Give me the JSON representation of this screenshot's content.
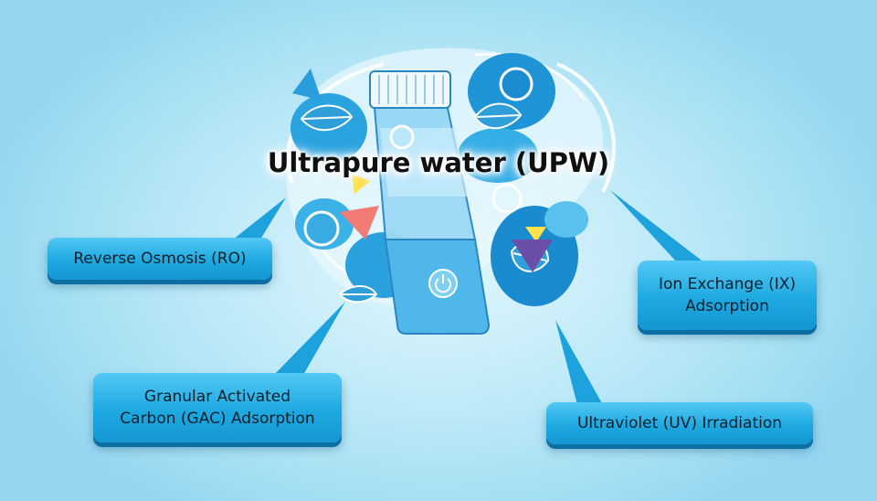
{
  "title": "Ultrapure water (UPW)",
  "boxes": {
    "ro": {
      "lines": [
        "Reverse Osmosis (RO)"
      ]
    },
    "gac": {
      "lines": [
        "Granular Activated",
        "Carbon (GAC) Adsorption"
      ]
    },
    "ix": {
      "lines": [
        "Ion Exchange (IX)",
        "Adsorption"
      ]
    },
    "uv": {
      "lines": [
        "Ultraviolet (UV) Irradiation"
      ]
    }
  },
  "colors": {
    "box_fill": "#1ea9e1",
    "box_shadow": "#0b6fa3",
    "background": "#b9e8f7",
    "accent_red": "#f26f6b",
    "accent_yellow": "#ffe14a",
    "accent_purple": "#6a4ea8"
  },
  "icons": [
    "water-bottle-icon",
    "power-icon",
    "leaf-icon",
    "bubble-icon",
    "triangle-icon"
  ]
}
